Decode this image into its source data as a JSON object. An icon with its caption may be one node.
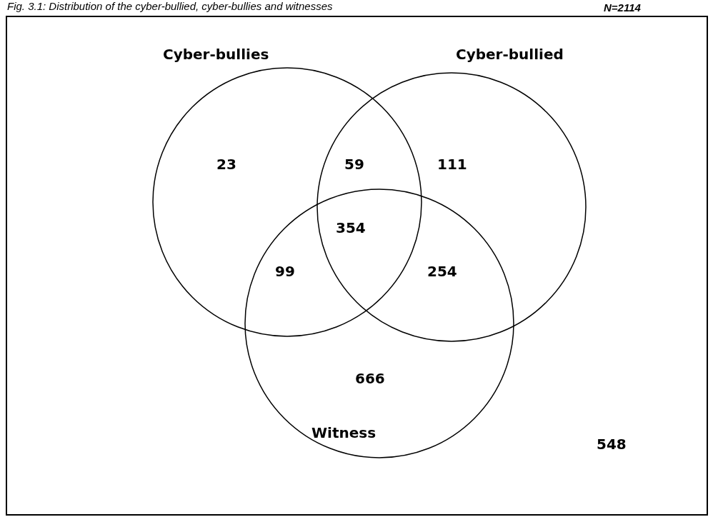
{
  "diagram": {
    "title": "Fig. 3.1: Distribution of the cyber-bullied, cyber-bullies and witnesses",
    "nodes": [
      {
        "text": [
          "Cyber-bullies"
        ]
      },
      {
        "text": [
          "Cyber-bullied"
        ]
      },
      {
        "text": [
          "Witness"
        ]
      }
    ],
    "labels": [
      "N=2114",
      "23",
      "59",
      "111",
      "354",
      "99",
      "254",
      "666",
      "548"
    ]
  }
}
